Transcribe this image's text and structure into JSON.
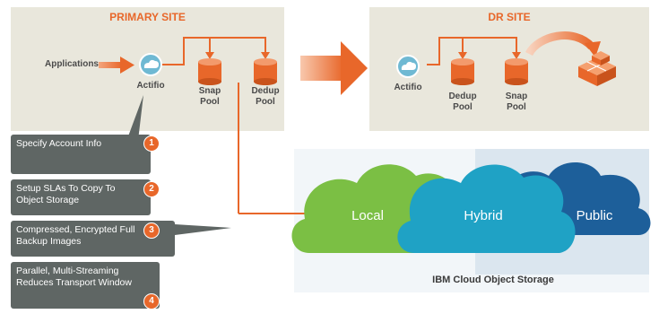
{
  "primary_site": {
    "title": "PRIMARY SITE",
    "applications_label": "Applications",
    "actifio_label": "Actifio",
    "snap_pool_label": "Snap\nPool",
    "dedup_pool_label": "Dedup\nPool"
  },
  "dr_site": {
    "title": "DR SITE",
    "actifio_label": "Actifio",
    "dedup_pool_label": "Dedup\nPool",
    "snap_pool_label": "Snap\nPool"
  },
  "steps": [
    {
      "number": "1",
      "text": "Specify Account Info"
    },
    {
      "number": "2",
      "text": "Setup SLAs To Copy To Object Storage"
    },
    {
      "number": "3",
      "text": "Compressed, Encrypted Full Backup Images"
    },
    {
      "number": "4",
      "text": "Parallel, Multi-Streaming Reduces Transport Window"
    }
  ],
  "clouds": {
    "local": "Local",
    "hybrid": "Hybrid",
    "public": "Public",
    "caption": "IBM Cloud Object Storage"
  },
  "colors": {
    "accent": "#e8672a",
    "site_bg": "#e9e7dc",
    "callout_bg": "#5f6664",
    "cloud_local": "#7bbf44",
    "cloud_hybrid": "#1fa2c5",
    "cloud_public": "#1d5f9a",
    "panel_bg": "#dbe6ef"
  },
  "icons": [
    "actifio-cloud-icon",
    "database-icon",
    "storage-stack-icon",
    "arrow-right-icon"
  ]
}
